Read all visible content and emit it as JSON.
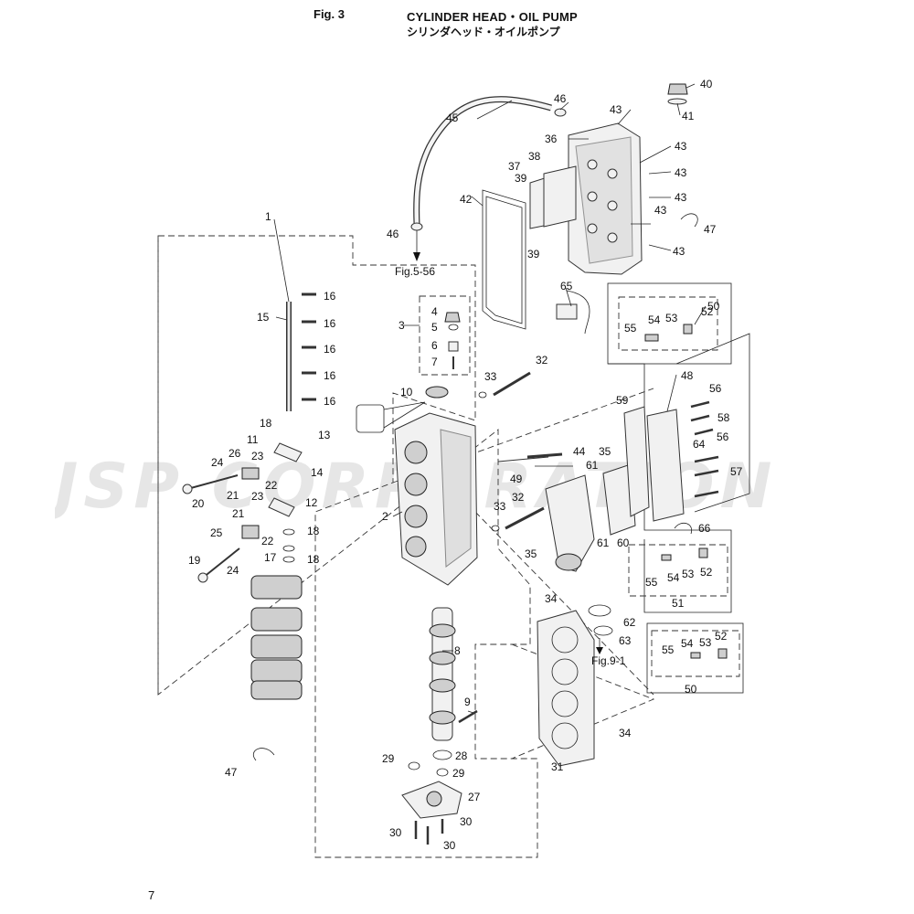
{
  "header": {
    "fig_num": "Fig. 3",
    "title_en": "CYLINDER HEAD・OIL PUMP",
    "title_jp": "シリンダヘッド・オイルポンプ"
  },
  "page_number": "7",
  "watermark": "JSP CORPORATION",
  "refs": {
    "fig_5_56": "Fig.5-56",
    "fig_9_1": "Fig.9-1"
  },
  "callouts": {
    "c1": "1",
    "c2": "2",
    "c3": "3",
    "c4": "4",
    "c5": "5",
    "c6": "6",
    "c7": "7",
    "c8": "8",
    "c9": "9",
    "c10": "10",
    "c11": "11",
    "c12": "12",
    "c13": "13",
    "c14": "14",
    "c15": "15",
    "c16a": "16",
    "c16b": "16",
    "c16c": "16",
    "c16d": "16",
    "c16e": "16",
    "c17": "17",
    "c18a": "18",
    "c18b": "18",
    "c18c": "18",
    "c19": "19",
    "c20": "20",
    "c21a": "21",
    "c21b": "21",
    "c22a": "22",
    "c22b": "22",
    "c23a": "23",
    "c23b": "23",
    "c24a": "24",
    "c24b": "24",
    "c25": "25",
    "c26": "26",
    "c27": "27",
    "c28": "28",
    "c29a": "29",
    "c29b": "29",
    "c30a": "30",
    "c30b": "30",
    "c30c": "30",
    "c31": "31",
    "c32a": "32",
    "c32b": "32",
    "c33a": "33",
    "c33b": "33",
    "c34a": "34",
    "c34b": "34",
    "c35a": "35",
    "c35b": "35",
    "c36": "36",
    "c37": "37",
    "c38": "38",
    "c39a": "39",
    "c39b": "39",
    "c40": "40",
    "c41": "41",
    "c42": "42",
    "c43a": "43",
    "c43b": "43",
    "c43c": "43",
    "c43d": "43",
    "c43e": "43",
    "c43f": "43",
    "c44": "44",
    "c45": "45",
    "c46a": "46",
    "c46b": "46",
    "c47a": "47",
    "c47b": "47",
    "c48": "48",
    "c49": "49",
    "c50a": "50",
    "c50b": "50",
    "c51": "51",
    "c52a": "52",
    "c52b": "52",
    "c52c": "52",
    "c53a": "53",
    "c53b": "53",
    "c53c": "53",
    "c54a": "54",
    "c54b": "54",
    "c54c": "54",
    "c55a": "55",
    "c55b": "55",
    "c55c": "55",
    "c56a": "56",
    "c56b": "56",
    "c57": "57",
    "c58": "58",
    "c59": "59",
    "c60": "60",
    "c61a": "61",
    "c61b": "61",
    "c62": "62",
    "c63": "63",
    "c64": "64",
    "c65": "65",
    "c66": "66"
  }
}
